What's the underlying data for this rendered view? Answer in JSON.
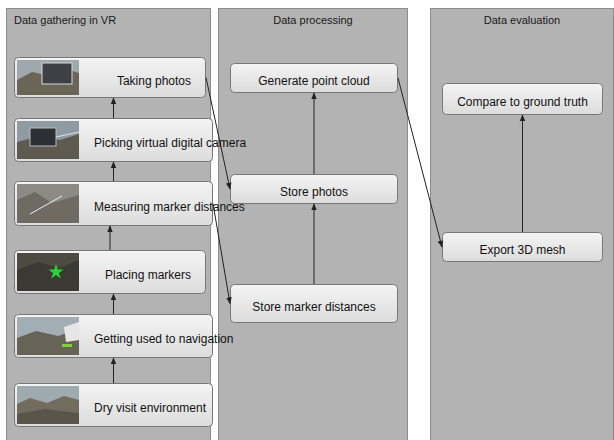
{
  "diagram": {
    "nodes": [
      {
        "text": [
          "Data gathering in VR"
        ]
      },
      {
        "text": [
          "Taking photos"
        ],
        "in": 0
      },
      {
        "text": [
          "Picking virtual digital camera"
        ],
        "in": 0
      },
      {
        "text": [
          "Measuring marker distances"
        ],
        "in": 0
      },
      {
        "text": [
          "Placing markers"
        ],
        "in": 0
      },
      {
        "text": [
          "Getting used to navigation"
        ],
        "in": 0
      },
      {
        "text": [
          "Dry visit environment"
        ],
        "in": 0
      },
      {
        "text": [
          "Data processing"
        ]
      },
      {
        "text": [
          "Generate point cloud"
        ],
        "in": 7
      },
      {
        "text": [
          "Store photos"
        ],
        "in": 7
      },
      {
        "text": [
          "Store marker distances"
        ],
        "in": 7
      },
      {
        "text": [
          "Data evaluation"
        ]
      },
      {
        "text": [
          "Compare to ground truth"
        ],
        "in": 11
      },
      {
        "text": [
          "Export 3D mesh"
        ],
        "in": 11
      }
    ],
    "edges": [
      {
        "from": 6,
        "to": 5,
        "arrow": "to"
      },
      {
        "from": 5,
        "to": 4,
        "arrow": "to"
      },
      {
        "from": 4,
        "to": 3,
        "arrow": "to"
      },
      {
        "from": 3,
        "to": 2,
        "arrow": "to"
      },
      {
        "from": 2,
        "to": 1,
        "arrow": "to"
      },
      {
        "from": 10,
        "to": 9,
        "arrow": "to"
      },
      {
        "from": 9,
        "to": 8,
        "arrow": "to"
      },
      {
        "from": 13,
        "to": 12,
        "arrow": "to"
      },
      {
        "from": 1,
        "to": 9,
        "arrow": "to"
      },
      {
        "from": 3,
        "to": 10,
        "arrow": "to"
      },
      {
        "from": 8,
        "to": 13,
        "arrow": "to"
      }
    ]
  }
}
